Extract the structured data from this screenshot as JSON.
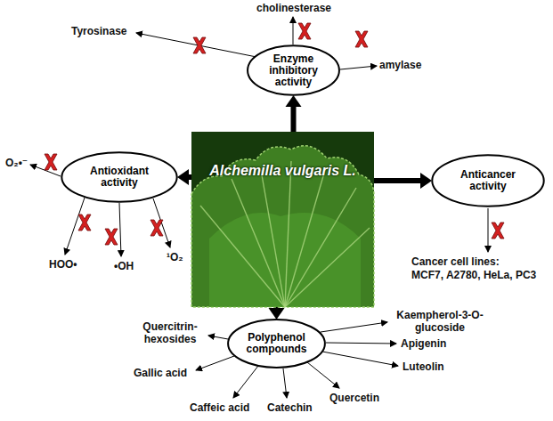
{
  "diagram": {
    "nodes": [
      {
        "text": [
          "Enzyme inhibitory activity"
        ]
      },
      {
        "text": [
          "Antioxidant activity"
        ]
      },
      {
        "text": [
          "Alchemilla vulgaris L."
        ]
      },
      {
        "text": [
          "Anticancer activity"
        ]
      },
      {
        "text": [
          "Polyphenol compounds"
        ]
      }
    ],
    "edges": [
      {
        "from": 2,
        "to": 0,
        "arrow": "to"
      },
      {
        "from": 2,
        "to": 1,
        "arrow": "to"
      },
      {
        "from": 2,
        "to": 3,
        "arrow": "to"
      },
      {
        "from": 2,
        "to": 4,
        "arrow": "to"
      }
    ],
    "labels": [
      "cholinesterase",
      "Tyrosinase",
      "amylase",
      "O₂•⁻",
      "HOO•",
      "•OH",
      "¹O₂",
      "Cancer cell lines:",
      "MCF7, A2780, HeLa, PC3",
      "Quercitrin-hexosides",
      "Gallic acid",
      "Caffeic acid",
      "Catechin",
      "Quercetin",
      "Luteolin",
      "Apigenin",
      "Kaempherol-3-O-glucoside"
    ]
  }
}
